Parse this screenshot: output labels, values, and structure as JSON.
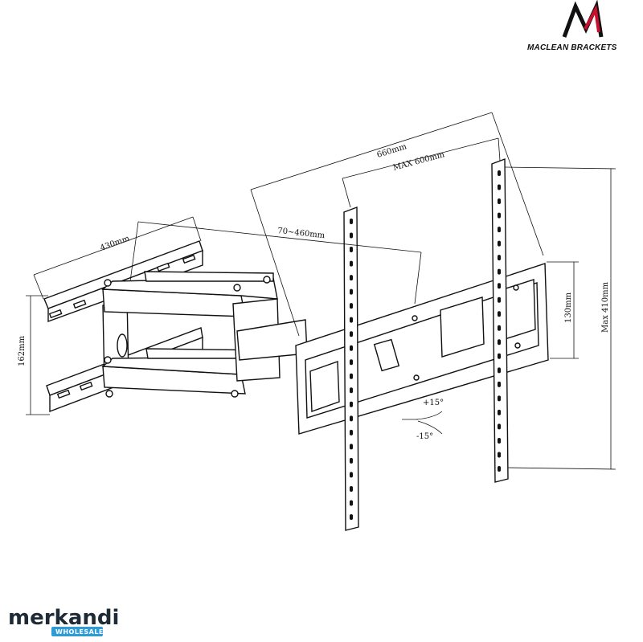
{
  "brand": {
    "logo_letter": "M",
    "name": "MACLEAN BRACKETS"
  },
  "dimensions": {
    "overall_width": "660mm",
    "max_vesa_width": "MAX 600mm",
    "extension": "70~460mm",
    "wall_plate_width": "430mm",
    "wall_plate_height": "162mm",
    "plate_height": "130mm",
    "max_vesa_height": "Max 410mm",
    "tilt_up": "+15°",
    "tilt_down": "-15°"
  },
  "watermark": {
    "name": "merkandi",
    "badge": "WHOLESALE"
  },
  "colors": {
    "line": "#111111",
    "logo_red": "#c8102e",
    "badge_blue": "#2f9bd6"
  }
}
